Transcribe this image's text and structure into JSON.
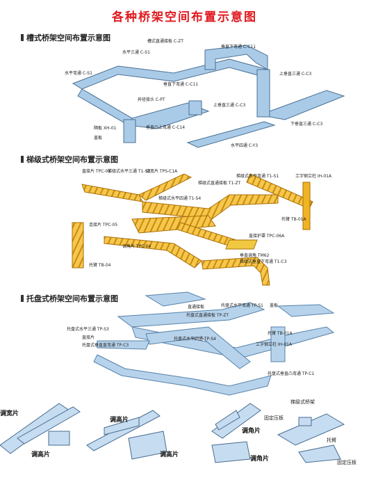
{
  "title": "各种桥架空间布置示意图",
  "sections": {
    "trough": {
      "heading": "槽式桥架空间布置示意图",
      "labels": [
        "槽式直通接板 C-ZT",
        "水平三通 C-S1",
        "垂直下弯通 C-C11",
        "水平弯通 C-S1",
        "上垂直三通 C-C3",
        "垂直下弯通 C-C11",
        "异径接头 C-PT",
        "上垂直三通 C-C3",
        "隔板 XH-01",
        "垂直凸上弯通 C-C14",
        "盖板",
        "下垂直三通 C-C3",
        "水平四通 C-Y3"
      ]
    },
    "ladder": {
      "heading": "梯级式桥架空间布置示意图",
      "labels": [
        "直接片 TPC-01",
        "梯级式水平三通 T1-S3",
        "调宽片 TPS-C1A",
        "梯级式水平弯通 T1-S1",
        "工字钢立柱 IH-01A",
        "梯级式直通接板 T1-ZT",
        "梯级式水平四通 T1-S4",
        "托臂 TB-01A",
        "连接片 TPC-05",
        "直接护罩 TPC-06A",
        "调角片 TPC-04",
        "垂直调角 TM62",
        "托臂 TB-04",
        "梯级式垂直下弯通 T1-C3"
      ]
    },
    "tray": {
      "heading": "托盘式桥架空间布置示意图",
      "labels": [
        "托盘式水平弯通 TP-S1",
        "托盘式直通接板 TP-ZT",
        "直通接板",
        "盖板",
        "托盘式水平三通 TP-S3",
        "托盘式水平四通 TP-S4",
        "托臂 TB-01A",
        "工字钢立柱 IH-01A",
        "托盘式垂直直弯通 TP-C3",
        "直接片",
        "托盘式垂直凸弯通 TP-C1"
      ]
    }
  },
  "details": {
    "left": [
      "调宽片",
      "调高片"
    ],
    "middle": [
      "调高片",
      "调高片"
    ],
    "right": [
      "调角片",
      "调角片"
    ],
    "far_right": [
      "梯级式桥架",
      "固定压板",
      "托臂",
      "固定压板"
    ]
  },
  "colors": {
    "title": "#e0191e",
    "trough": "#a9cbe8",
    "ladder": "#f0b323",
    "tray": "#b7d3ec",
    "outline": "#4a6f93"
  }
}
